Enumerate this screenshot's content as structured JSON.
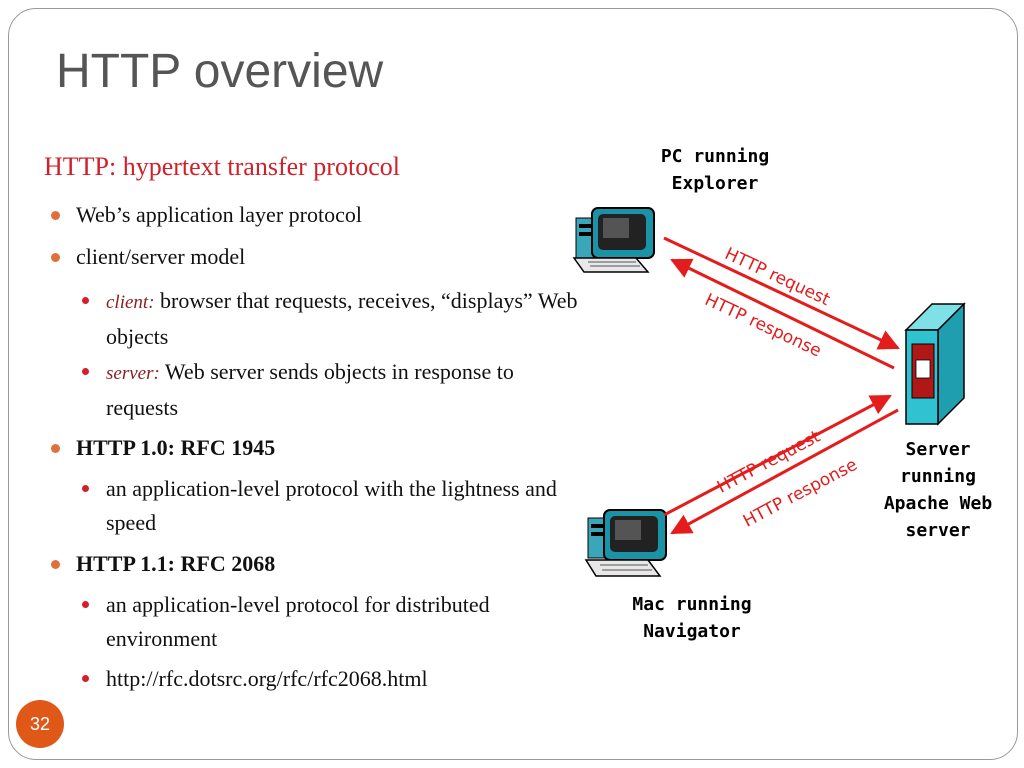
{
  "slide": {
    "title": "HTTP overview",
    "subtitle": "HTTP: hypertext transfer protocol",
    "number": "32"
  },
  "bullets": {
    "b1": "Web’s application layer protocol",
    "b2": "client/server model",
    "client_label": "client:",
    "client_text": "browser that requests, receives, “displays” Web objects",
    "server_label": "server:",
    "server_text": "Web server sends objects in response to requests",
    "http10": "HTTP 1.0: RFC 1945",
    "http10_sub": "an application-level protocol with the lightness and speed",
    "http11": "HTTP 1.1: RFC 2068",
    "http11_sub": "an application-level protocol for distributed environment",
    "http11_url": "http://rfc.dotsrc.org/rfc/rfc2068.html"
  },
  "diagram": {
    "pc_label_line1": "PC running",
    "pc_label_line2": "Explorer",
    "mac_label_line1": "Mac running",
    "mac_label_line2": "Navigator",
    "server_label_line1": "Server",
    "server_label_line2": "running",
    "server_label_line3": "Apache Web",
    "server_label_line4": "server",
    "request_1": "HTTP request",
    "response_1": "HTTP response",
    "request_2": "HTTP request",
    "response_2": "HTTP response",
    "arrow_color": "#e41c1c",
    "icons": [
      "pc-computer-icon",
      "mac-computer-icon",
      "server-tower-icon"
    ]
  }
}
